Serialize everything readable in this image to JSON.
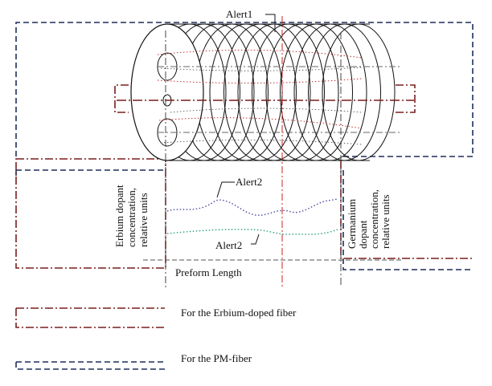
{
  "diagram": {
    "callouts": {
      "alert1": "Alert1",
      "alert2_top": "Alert2",
      "alert2_bottom": "Alert2"
    },
    "axis": {
      "x_label": "Preform Length",
      "left_label_lines": [
        "Erbium dopant",
        "concentration,",
        "relative units"
      ],
      "right_label_lines": [
        "Germanium",
        "dopant",
        "concentration,",
        "relative units"
      ]
    },
    "legend": [
      {
        "text": "For the Erbium-doped fiber",
        "color": "#7a1f1f",
        "style": "dash-dot"
      },
      {
        "text": "For the PM-fiber",
        "color": "#1f2f5a",
        "style": "dashed"
      }
    ],
    "colors": {
      "erbium_outline": "#7a1f1f",
      "pm_outline": "#1f2f5a",
      "red_axis": "#d22020",
      "navy_curve": "#4a4aa0",
      "teal_curve": "#2aa085",
      "ink": "#111111"
    }
  }
}
